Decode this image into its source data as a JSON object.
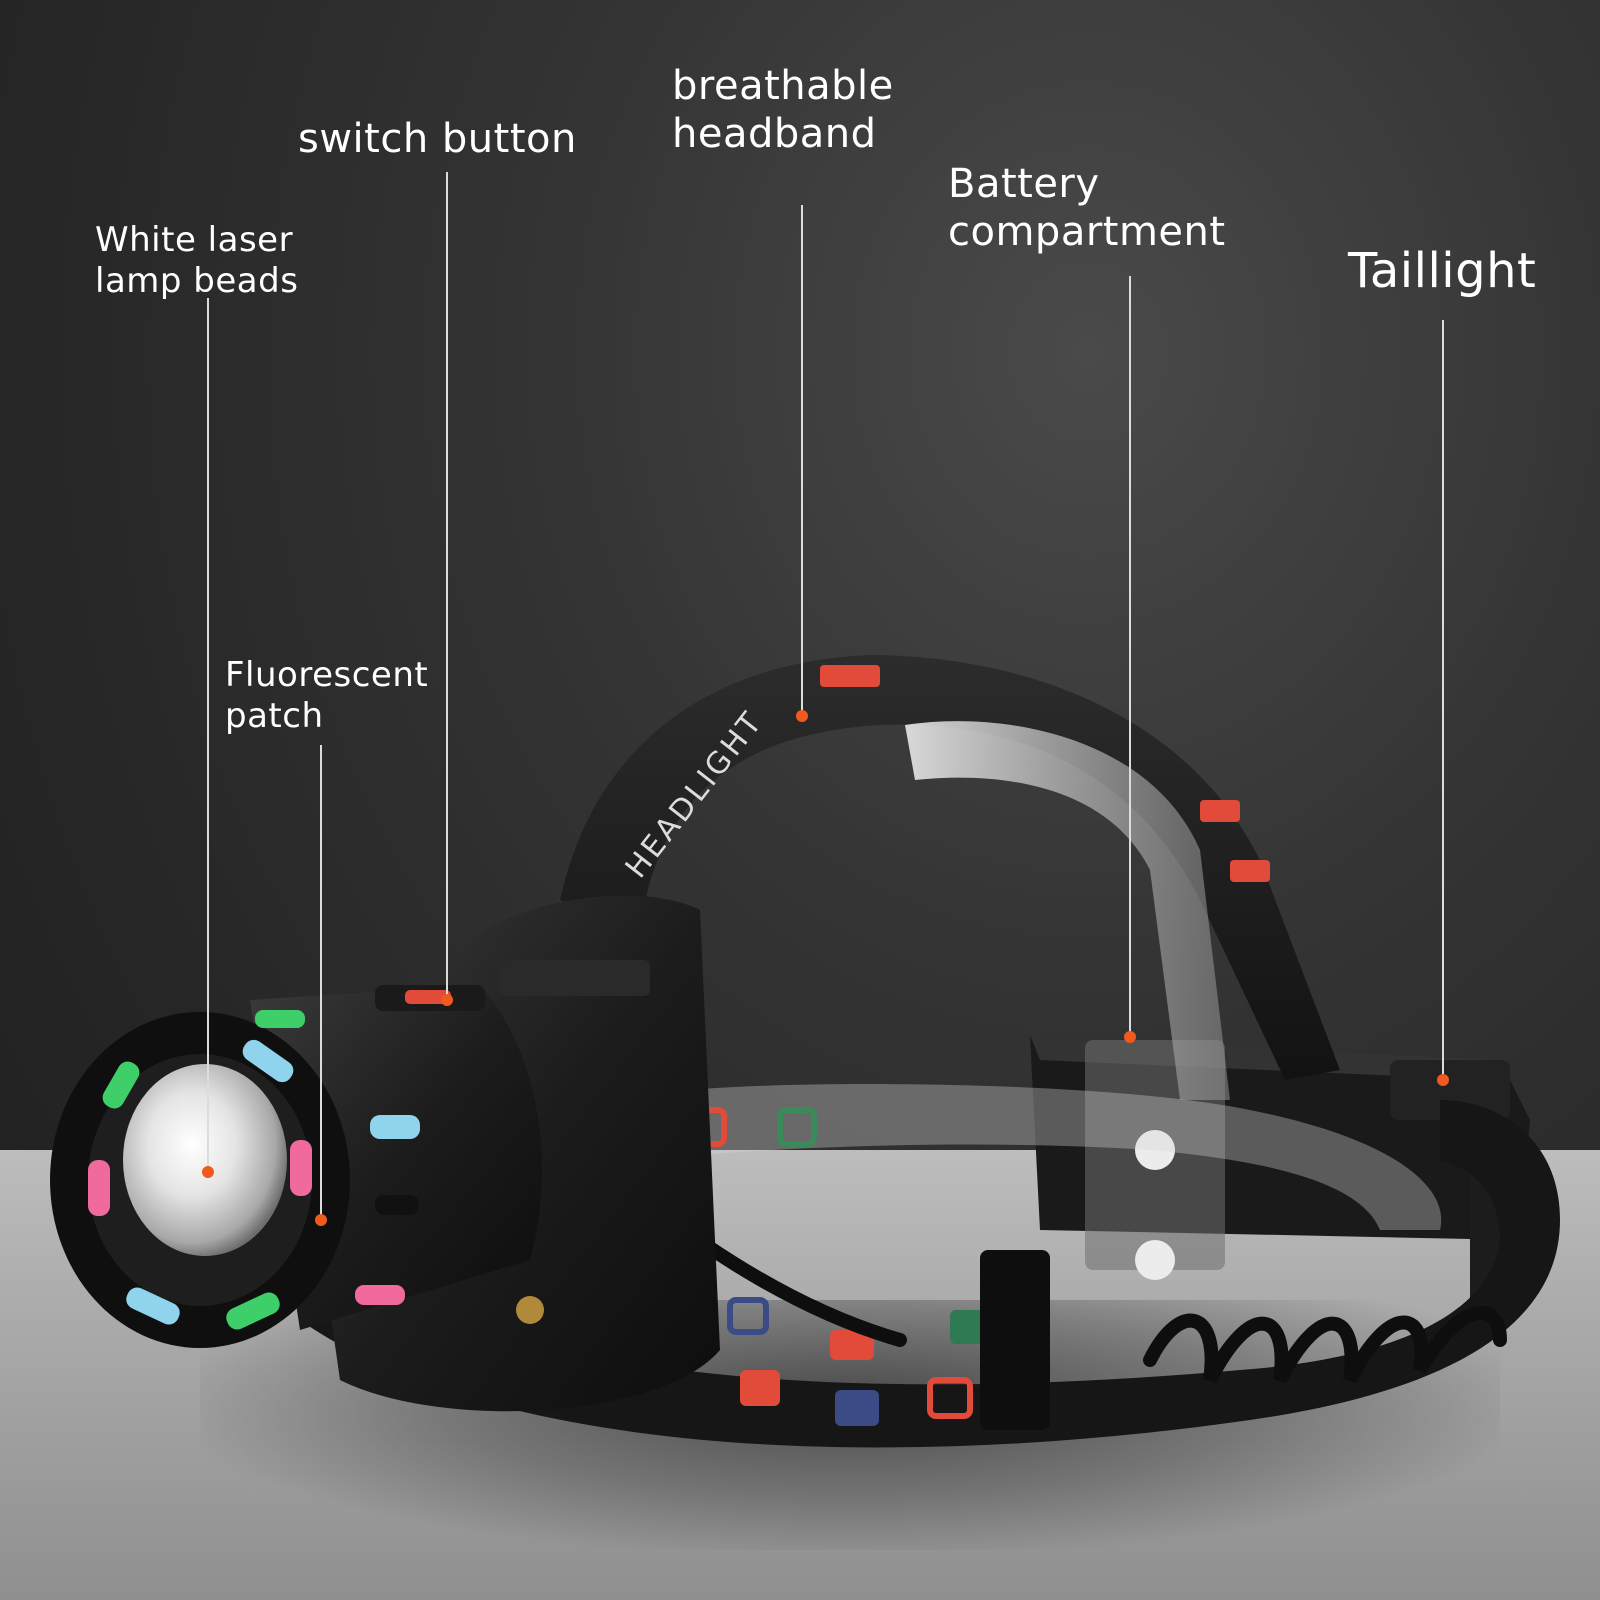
{
  "callouts": {
    "white_laser_lamp_beads": "White laser\nlamp beads",
    "switch_button": "switch button",
    "breathable_headband": "breathable\nheadband",
    "battery_compartment": "Battery\ncompartment",
    "taillight": "Taillight",
    "fluorescent_patch": "Fluorescent\npatch"
  },
  "strap_print": "HEADLIGHT",
  "colors": {
    "background": "#2a2a2a",
    "tabletop": "#b0b0b0",
    "marker": "#f05a1e",
    "label_text": "#ffffff",
    "fluorescent_green": "#3ecf6a",
    "fluorescent_blue": "#8fd3ec",
    "fluorescent_pink": "#f06a9e"
  }
}
